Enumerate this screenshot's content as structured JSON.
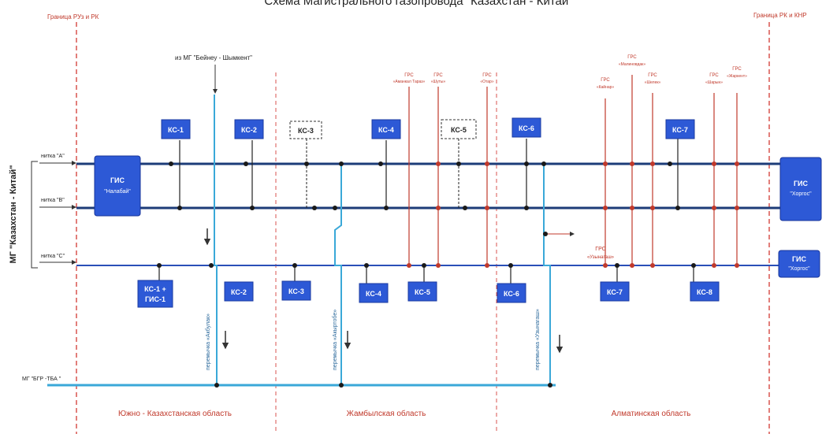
{
  "title": "Схема Магистрального газопровода \"Казахстан - Китай\"",
  "border_left": "Граница РУз и РК",
  "border_right": "Граница РК и КНР",
  "vertical_label": "МГ \"Казахстан - Китай\"",
  "lines": {
    "a": "нитка \"А\"",
    "b": "нитка \"В\"",
    "c": "нитка \"С\""
  },
  "bbs": "МГ \"БГР -ТБА \"",
  "from_mg": "из МГ \"Бейнеу - Шымкент\"",
  "gis_left": {
    "t": "ГИС",
    "n": "\"Налабай\""
  },
  "gis_right_top": {
    "t": "ГИС",
    "n": "\"Хоргос\""
  },
  "gis_right_bot": {
    "t": "ГИС",
    "n": "\"Хоргос\""
  },
  "ks_top": [
    "КС-1",
    "КС-2",
    "КС-3",
    "КС-4",
    "КС-5",
    "КС-6",
    "КС-7"
  ],
  "ks_bot": [
    "КС-1 +",
    "ГИС-1",
    "КС-2",
    "КС-3",
    "КС-4",
    "КС-5",
    "КС-6",
    "КС-7",
    "КС-8"
  ],
  "grs_top": [
    "ГРС",
    "«Аманкал Тараз»",
    "ГРС",
    "«Шуты»",
    "ГРС",
    "«Отар»",
    "ГРС",
    "«Кайнар»",
    "ГРС",
    "«Малиновдак»",
    "ГРС",
    "«Шелек»",
    "ГРС",
    "«Шарын»",
    "ГРС",
    "«Жаркент»"
  ],
  "grs_uzunagach": {
    "t": "ГРС",
    "n": "«Узынагаш»"
  },
  "jumpers": [
    "перемычка «Акбулак»",
    "перемычка «Акыртобе»",
    "перемычка «Узынагаш»"
  ],
  "regions": [
    "Южно - Казахстанская область",
    "Жамбылская область",
    "Алматинская область"
  ]
}
